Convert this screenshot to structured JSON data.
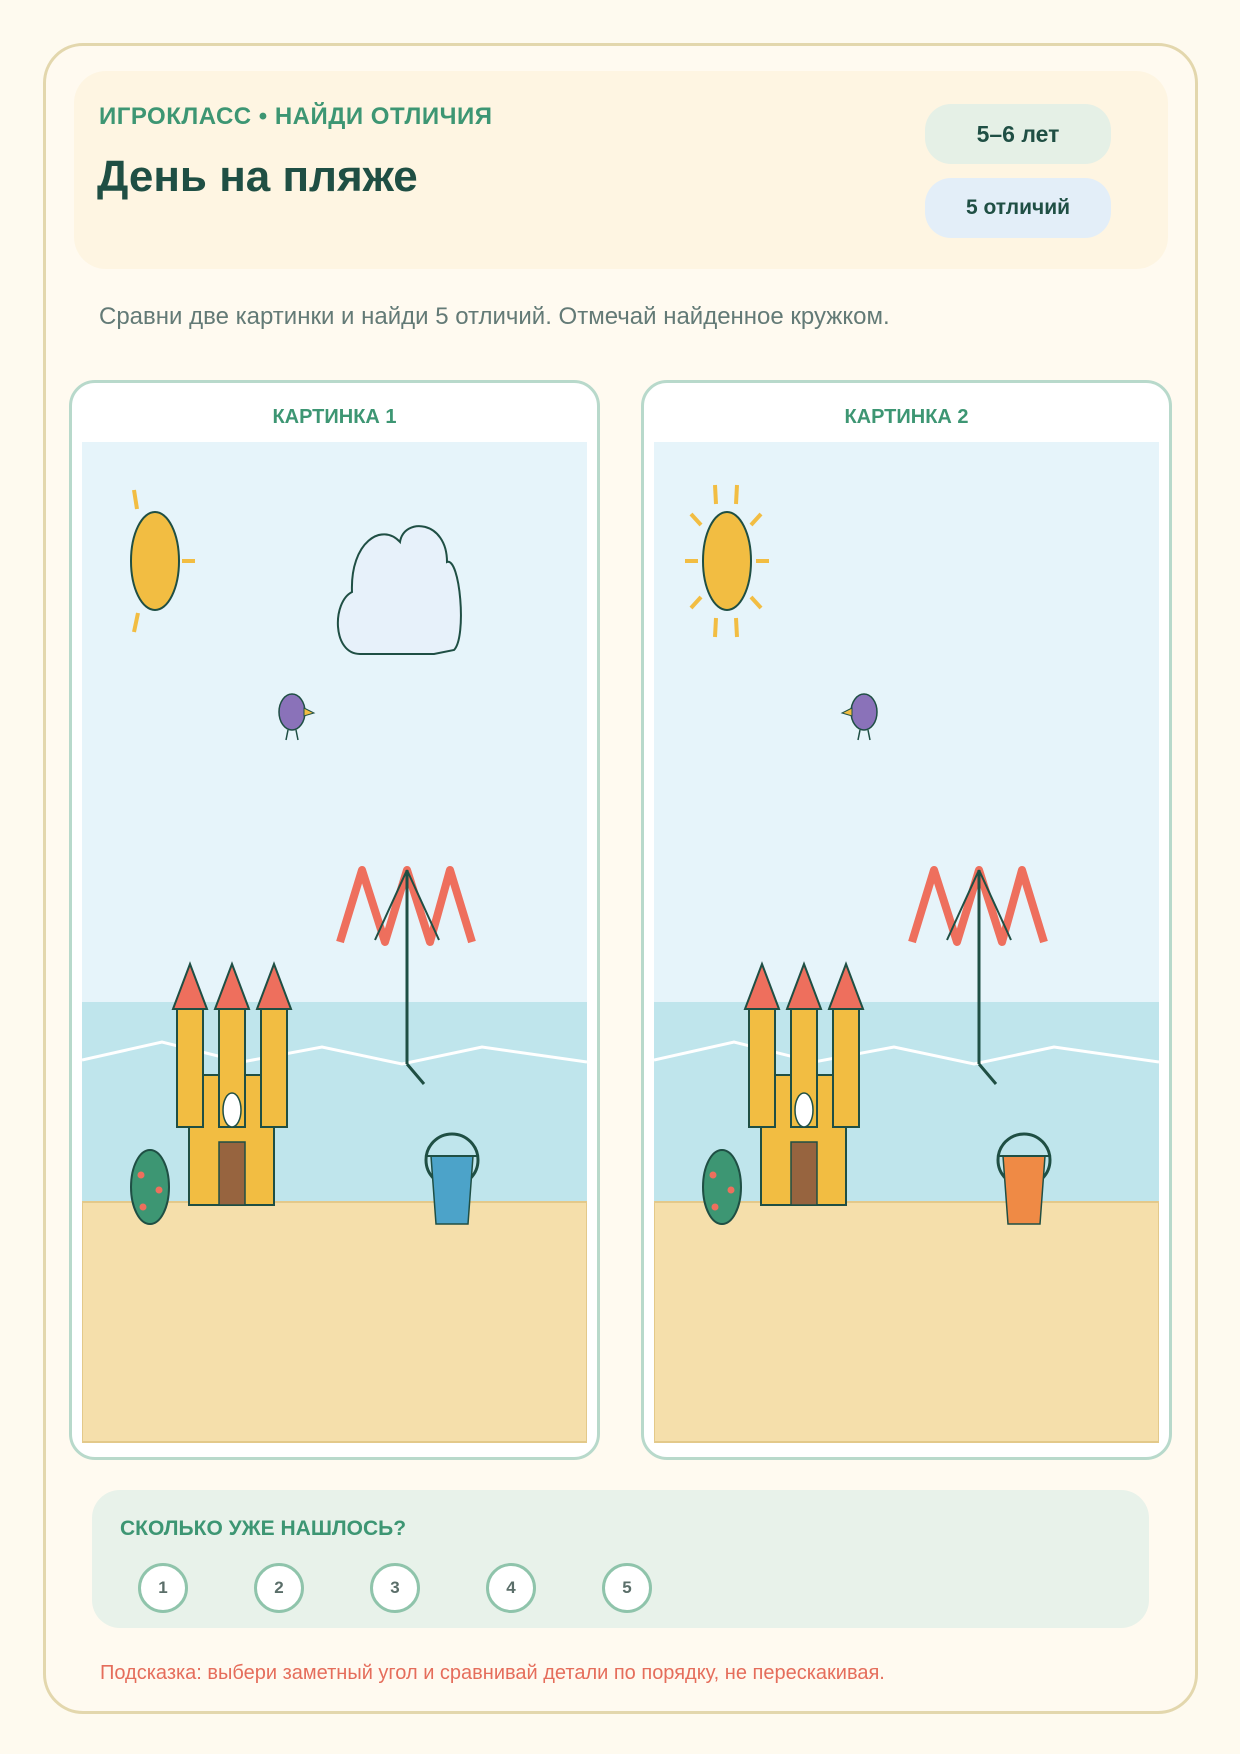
{
  "header": {
    "kicker": "ИГРОКЛАСС • НАЙДИ ОТЛИЧИЯ",
    "title": "День на пляже",
    "age_badge": "5–6 лет",
    "count_badge": "5 отличий"
  },
  "instruction": "Сравни две картинки и найди 5 отличий. Отмечай найденное кружком.",
  "panels": [
    {
      "label": "КАРТИНКА 1",
      "has_cloud": true,
      "sun_rays": "partial",
      "bird_facing": "right",
      "bucket_color": "#4ca3c9"
    },
    {
      "label": "КАРТИНКА 2",
      "has_cloud": false,
      "sun_rays": "full",
      "bird_facing": "left",
      "bucket_color": "#ef8a45"
    }
  ],
  "counter": {
    "title": "СКОЛЬКО УЖЕ НАШЛОСЬ?",
    "numbers": [
      "1",
      "2",
      "3",
      "4",
      "5"
    ]
  },
  "hint": "Подсказка: выбери заметный угол и сравнивай детали по порядку, не перескакивая.",
  "colors": {
    "sky": "#e6f4fa",
    "sea": "#bfe5ec",
    "sand": "#f5dfab",
    "castle": "#f2bd42",
    "roof": "#ee6f5d",
    "accent_green": "#3d9673",
    "text_dark": "#1f4f44"
  }
}
